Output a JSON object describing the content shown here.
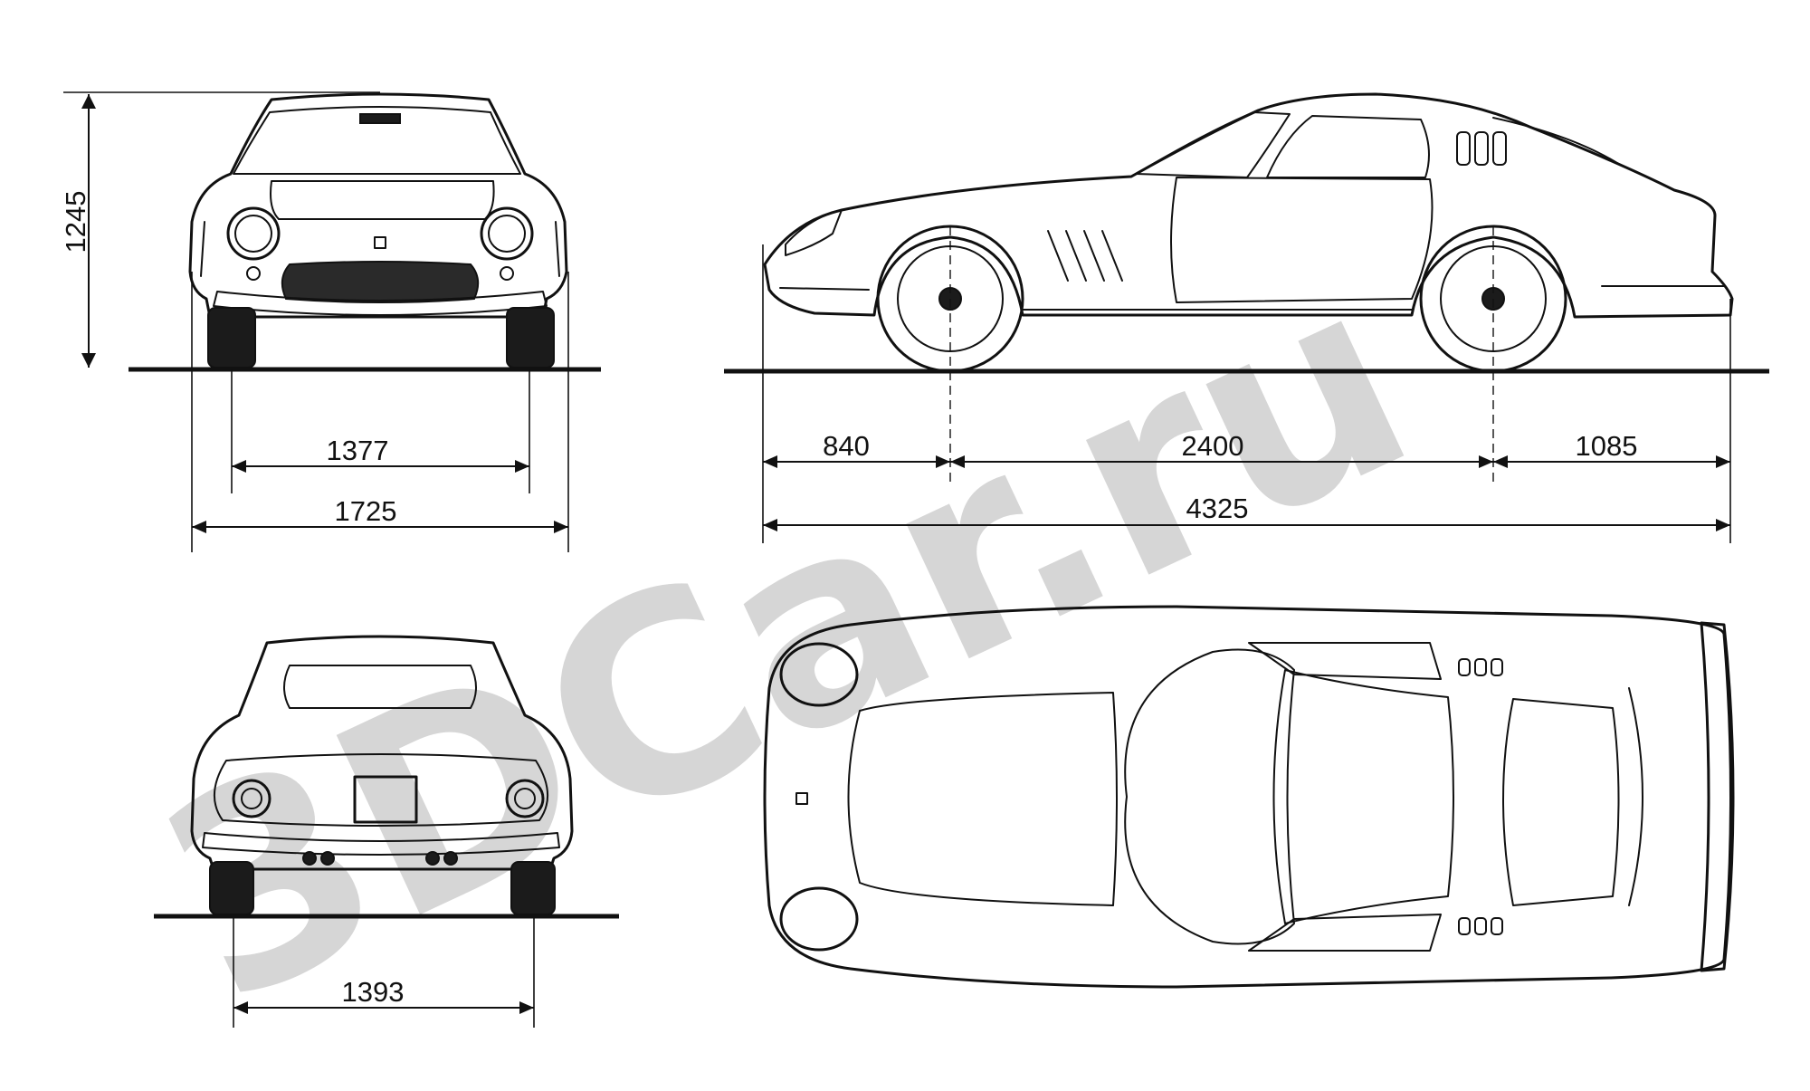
{
  "watermark": {
    "text": "3DCar.ru",
    "color": "#cfcfcf"
  },
  "dimensions": {
    "height": "1245",
    "front_track": "1377",
    "width": "1725",
    "rear_track": "1393",
    "front_overhang": "840",
    "wheelbase": "2400",
    "rear_overhang": "1085",
    "length": "4325"
  },
  "colors": {
    "ink": "#111111",
    "background": "#ffffff"
  }
}
